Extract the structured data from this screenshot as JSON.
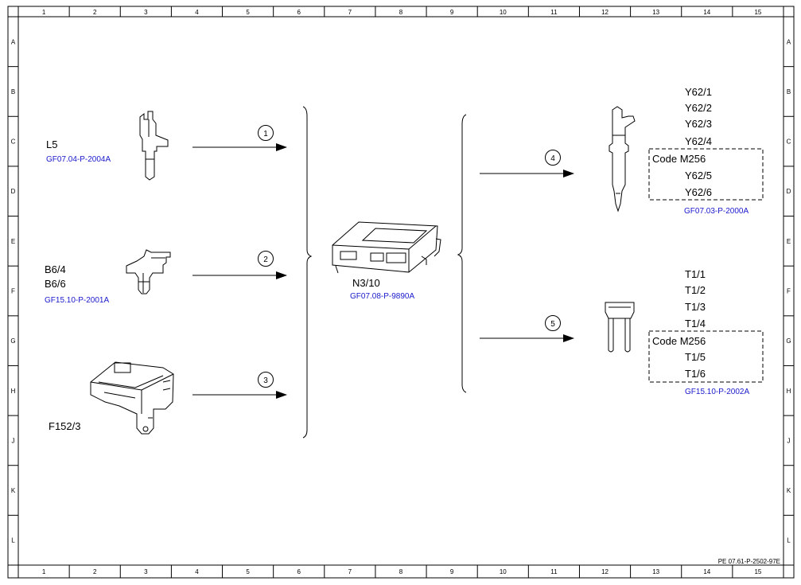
{
  "grid": {
    "columns": [
      "1",
      "2",
      "3",
      "4",
      "5",
      "6",
      "7",
      "8",
      "9",
      "10",
      "11",
      "12",
      "13",
      "14",
      "15"
    ],
    "rows": [
      "A",
      "B",
      "C",
      "D",
      "E",
      "F",
      "G",
      "H",
      "J",
      "K",
      "L"
    ]
  },
  "inputs": [
    {
      "lines": [
        "L5"
      ],
      "ref": "GF07.04-P-2004A",
      "marker": "1"
    },
    {
      "lines": [
        "B6/4",
        "B6/6"
      ],
      "ref": "GF15.10-P-2001A",
      "marker": "2"
    },
    {
      "lines": [
        "F152/3"
      ],
      "ref": "",
      "marker": "3"
    }
  ],
  "center": {
    "label": "N3/10",
    "ref": "GF07.08-P-9890A"
  },
  "outputs": [
    {
      "marker": "4",
      "lines": [
        "Y62/1",
        "Y62/2",
        "Y62/3",
        "Y62/4"
      ],
      "box": {
        "title": "Code M256",
        "lines": [
          "Y62/5",
          "Y62/6"
        ]
      },
      "ref": "GF07.03-P-2000A"
    },
    {
      "marker": "5",
      "lines": [
        "T1/1",
        "T1/2",
        "T1/3",
        "T1/4"
      ],
      "box": {
        "title": "Code M256",
        "lines": [
          "T1/5",
          "T1/6"
        ]
      },
      "ref": "GF15.10-P-2002A"
    }
  ],
  "footer_id": "PE 07.61-P-2502-97E",
  "colors": {
    "reference": "#1a1acc",
    "line": "#000000"
  },
  "icons": [
    "crankshaft-sensor-icon",
    "camshaft-sensor-icon",
    "glow-relay-icon",
    "control-unit-icon",
    "injector-icon",
    "glow-plug-icon"
  ]
}
